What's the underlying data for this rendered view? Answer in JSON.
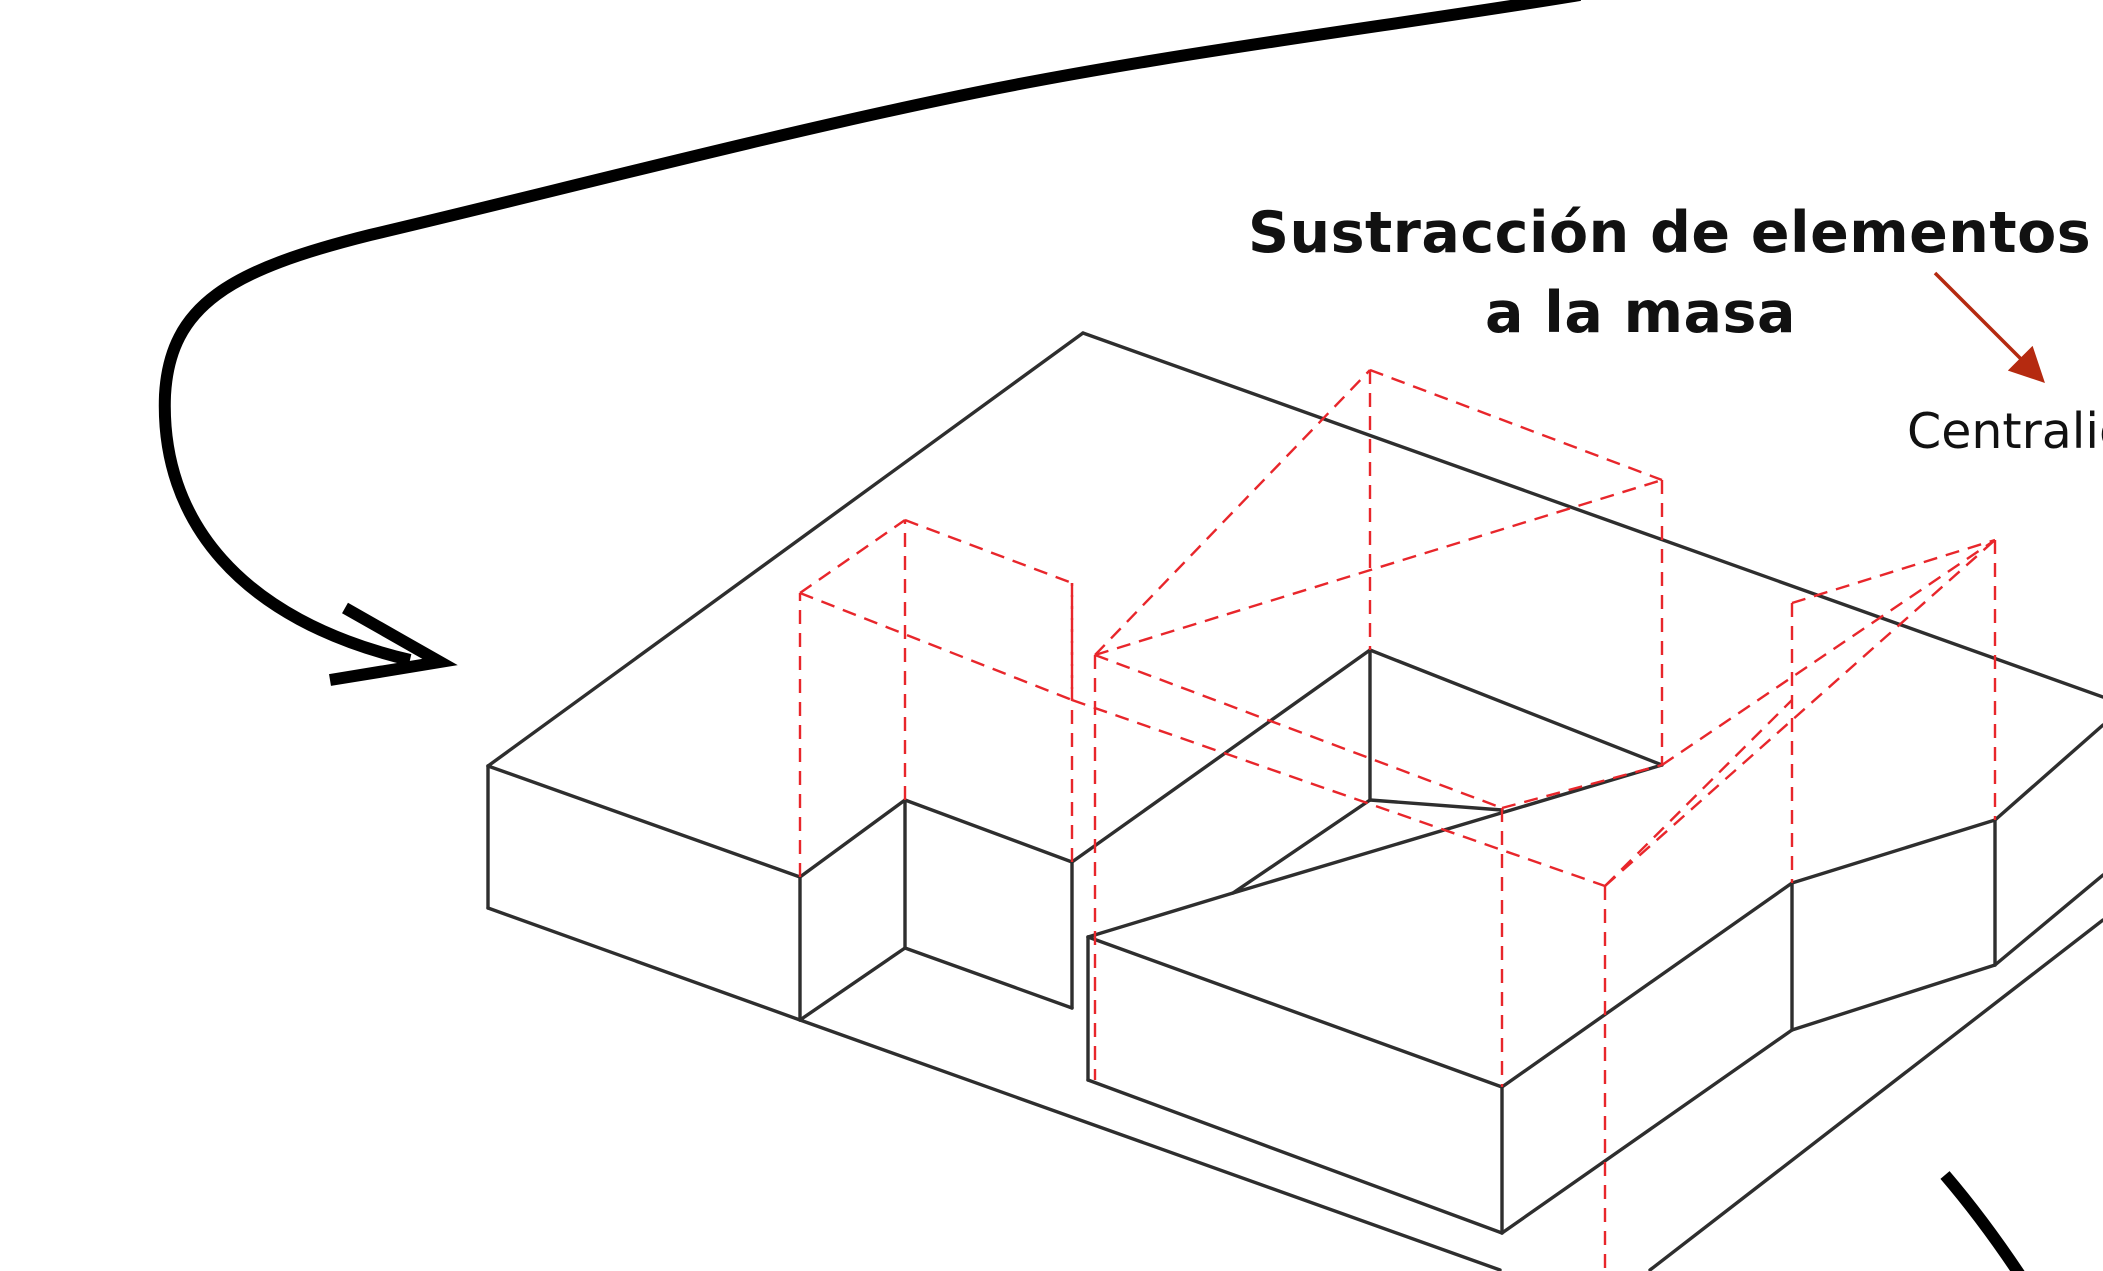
{
  "title": {
    "line1": "Sustracción de elementos",
    "line2": "a la masa"
  },
  "side_label": "Centralic",
  "colors": {
    "sketch_line": "#2e2e2e",
    "subtraction_dashes": "#e8262b",
    "pointer_arrow": "#b52a10",
    "bold_arrow": "#000000",
    "text": "#111111",
    "background": "#ffffff"
  },
  "icons": {
    "curved_flow_arrow": "curved-arrow-icon",
    "pointer_arrow": "arrow-down-right-icon"
  }
}
